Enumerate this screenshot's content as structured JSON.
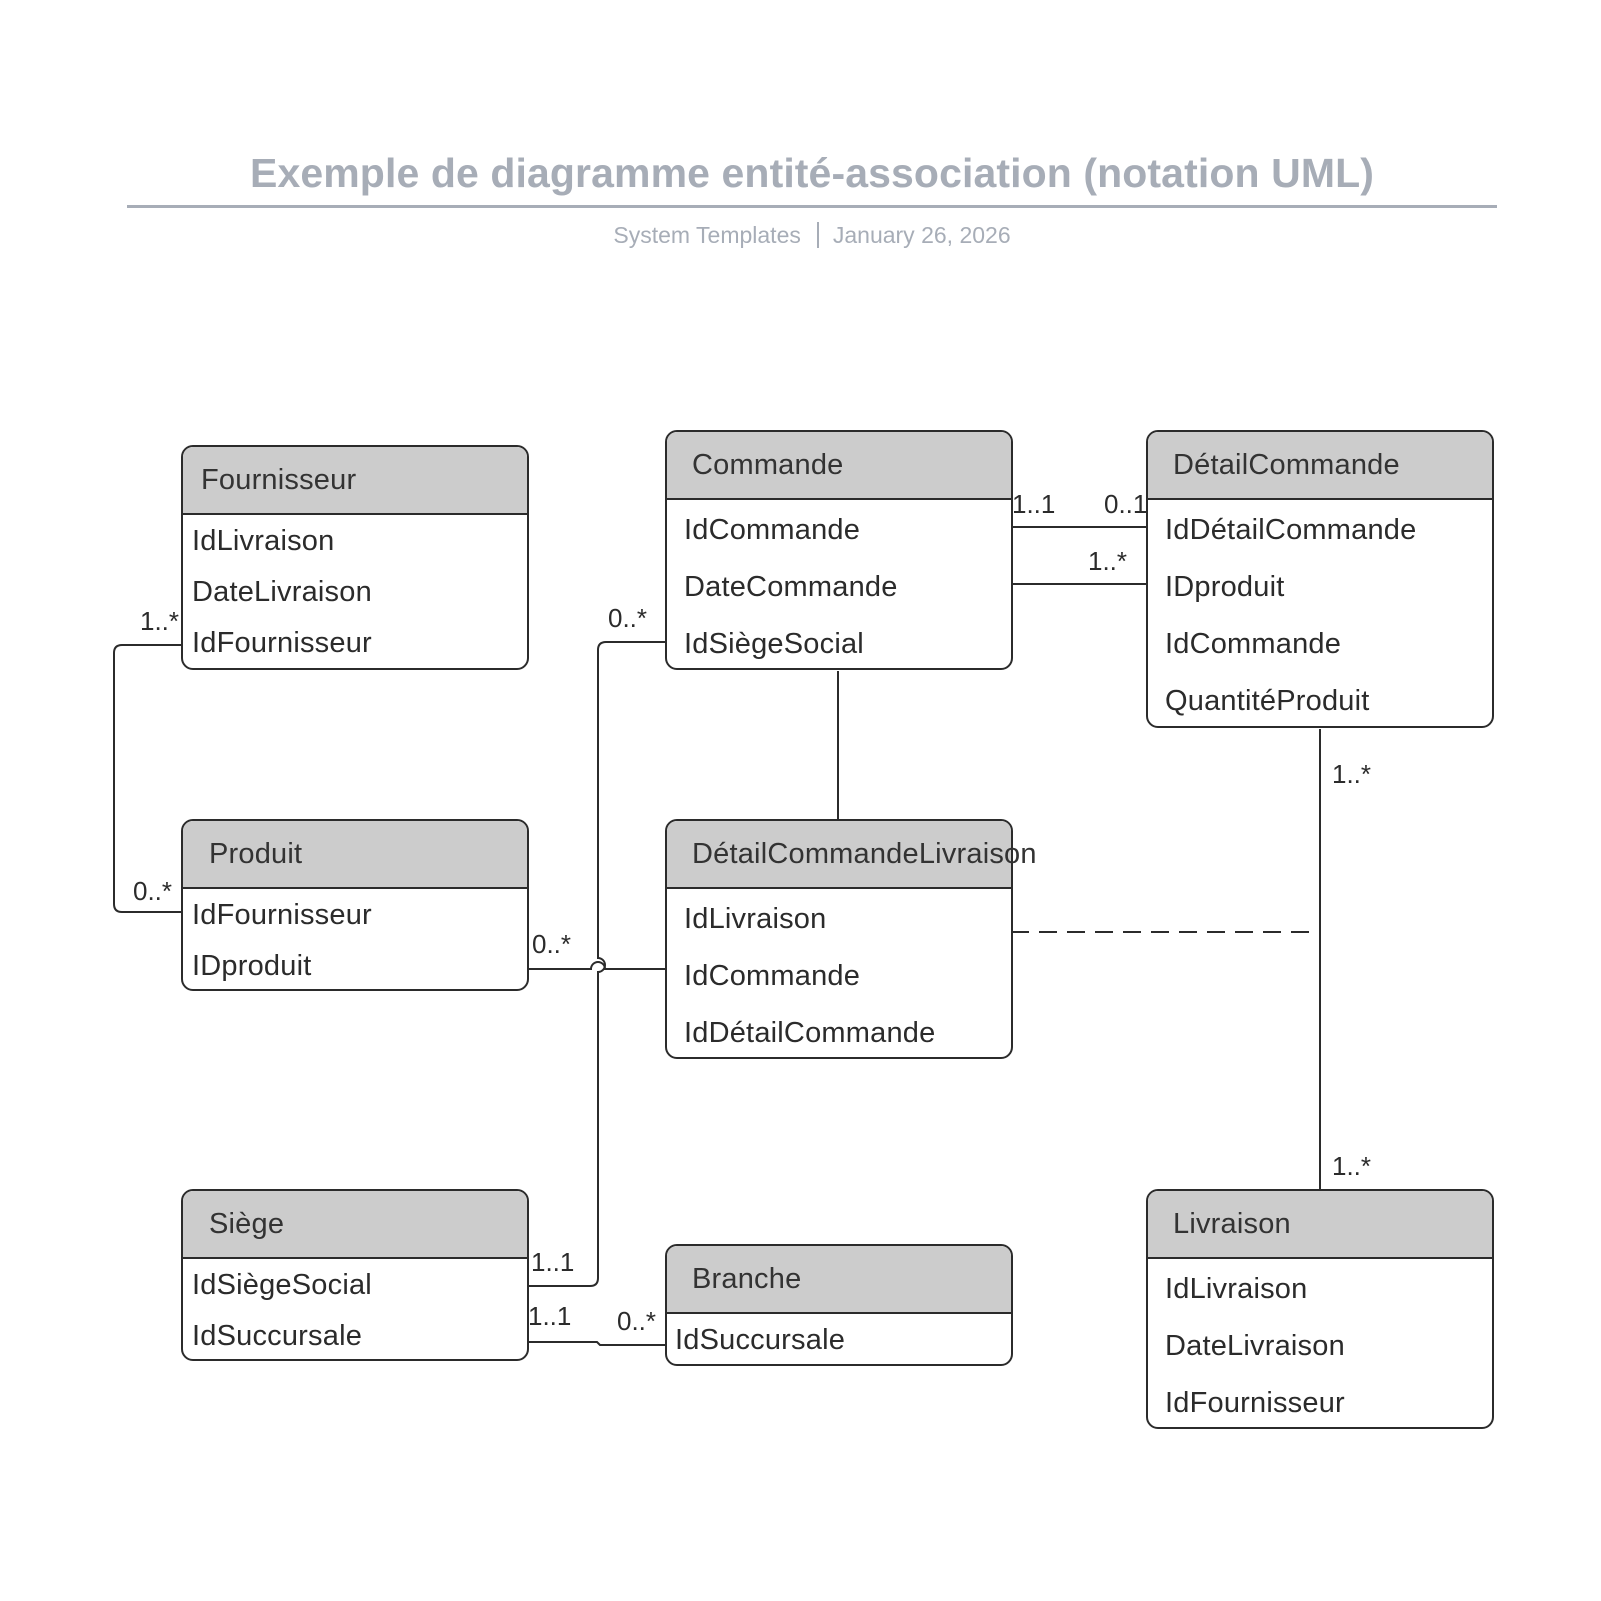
{
  "header": {
    "title": "Exemple de diagramme entité-association (notation UML)",
    "author": "System Templates",
    "date": "January 26, 2026"
  },
  "entities": {
    "fournisseur": {
      "name": "Fournisseur",
      "attributes": [
        "IdLivraison",
        "DateLivraison",
        "IdFournisseur"
      ]
    },
    "produit": {
      "name": "Produit",
      "attributes": [
        "IdFournisseur",
        "IDproduit"
      ]
    },
    "siege": {
      "name": "Siège",
      "attributes": [
        "IdSiègeSocial",
        "IdSuccursale"
      ]
    },
    "commande": {
      "name": "Commande",
      "attributes": [
        "IdCommande",
        "DateCommande",
        "IdSiègeSocial"
      ]
    },
    "detail_commande_livraison": {
      "name": "DétailCommandeLivraison",
      "attributes": [
        "IdLivraison",
        "IdCommande",
        "IdDétailCommande"
      ]
    },
    "branche": {
      "name": "Branche",
      "attributes": [
        "IdSuccursale"
      ]
    },
    "detail_commande": {
      "name": "DétailCommande",
      "attributes": [
        "IdDétailCommande",
        "IDproduit",
        "IdCommande",
        "QuantitéProduit"
      ]
    },
    "livraison": {
      "name": "Livraison",
      "attributes": [
        "IdLivraison",
        "DateLivraison",
        "IdFournisseur"
      ]
    }
  },
  "relationships": [
    {
      "from": "Fournisseur",
      "to": "Produit",
      "from_multiplicity": "1..*",
      "to_multiplicity": "0..*"
    },
    {
      "from": "Produit",
      "to": "DétailCommandeLivraison",
      "from_multiplicity": "0..*",
      "to_multiplicity": ""
    },
    {
      "from": "Commande",
      "to": "Siège",
      "from_multiplicity": "0..*",
      "to_multiplicity": "1..1"
    },
    {
      "from": "Siège",
      "to": "Branche",
      "from_multiplicity": "1..1",
      "to_multiplicity": "0..*"
    },
    {
      "from": "Commande",
      "to": "DétailCommande",
      "from_multiplicity": "1..1",
      "to_multiplicity": "0..1"
    },
    {
      "from": "Commande",
      "to": "DétailCommande",
      "from_multiplicity": "",
      "to_multiplicity": "1..*"
    },
    {
      "from": "Commande",
      "to": "DétailCommandeLivraison",
      "from_multiplicity": "",
      "to_multiplicity": ""
    },
    {
      "from": "DétailCommande",
      "to": "Livraison",
      "from_multiplicity": "1..*",
      "to_multiplicity": "1..*"
    },
    {
      "from": "DétailCommandeLivraison",
      "to": "DétailCommande–Livraison association",
      "from_multiplicity": "",
      "to_multiplicity": "",
      "style": "dashed"
    }
  ]
}
